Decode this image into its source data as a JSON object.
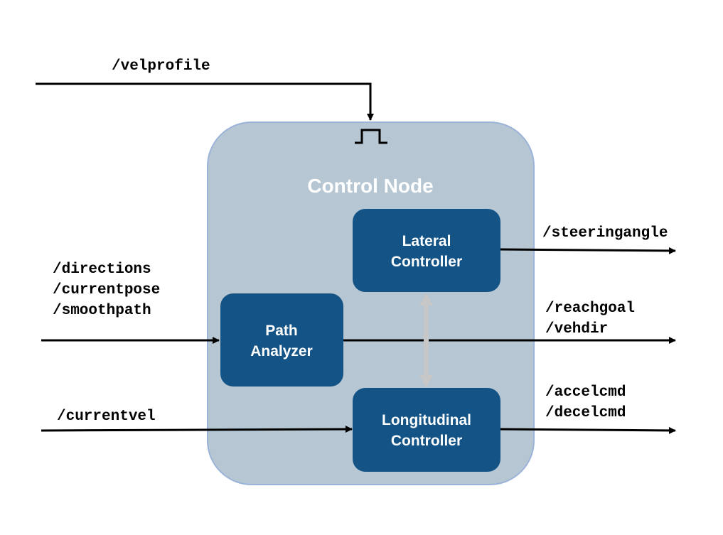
{
  "node": {
    "title": "Control Node",
    "fill_color": "#b6c6d2",
    "border_color": "#9bb3d8"
  },
  "blocks": {
    "lateral": {
      "line1": "Lateral",
      "line2": "Controller"
    },
    "path_analyzer": {
      "line1": "Path",
      "line2": "Analyzer"
    },
    "longitudinal": {
      "line1": "Longitudinal",
      "line2": "Controller"
    },
    "color": "#145386"
  },
  "topics": {
    "velprofile": "/velprofile",
    "directions": "/directions",
    "currentpose": "/currentpose",
    "smoothpath": "/smoothpath",
    "currentvel": "/currentvel",
    "steeringangle": "/steeringangle",
    "reachgoal": "/reachgoal",
    "vehdir": "/vehdir",
    "accelcmd": "/accelcmd",
    "decelcmd": "/decelcmd"
  },
  "icons": {
    "trigger": "rising-edge-trigger-icon",
    "link": "bidirectional-arrow-icon"
  }
}
